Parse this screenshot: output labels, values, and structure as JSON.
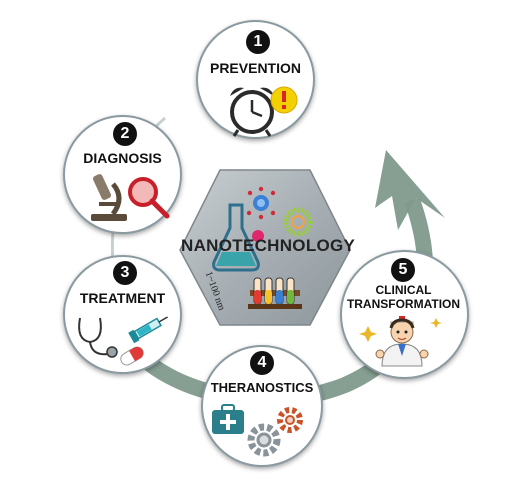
{
  "center": {
    "title": "NANOTECHNOLOGY",
    "scale": "1~100 nm"
  },
  "stages": [
    {
      "number": "1",
      "label": "PREVENTION",
      "icon": "alarm-clock-icon"
    },
    {
      "number": "2",
      "label": "DIAGNOSIS",
      "icon": "microscope-icon"
    },
    {
      "number": "3",
      "label": "TREATMENT",
      "icon": "stethoscope-syringe-icon"
    },
    {
      "number": "4",
      "label": "THERANOSTICS",
      "icon": "medical-kit-gears-icon"
    },
    {
      "number": "5",
      "label": "CLINICAL TRANSFORMATION",
      "label_lines": [
        "CLINICAL",
        "TRANSFORMATION"
      ],
      "icon": "doctor-icon"
    }
  ],
  "colors": {
    "cycle_arrow": "#7f9a8c",
    "ring_border": "#8a9aa0",
    "hexagon": "#9aa3a8",
    "label_text": "#111111",
    "alert_yellow": "#f3d000",
    "alert_red": "#d8262c"
  }
}
